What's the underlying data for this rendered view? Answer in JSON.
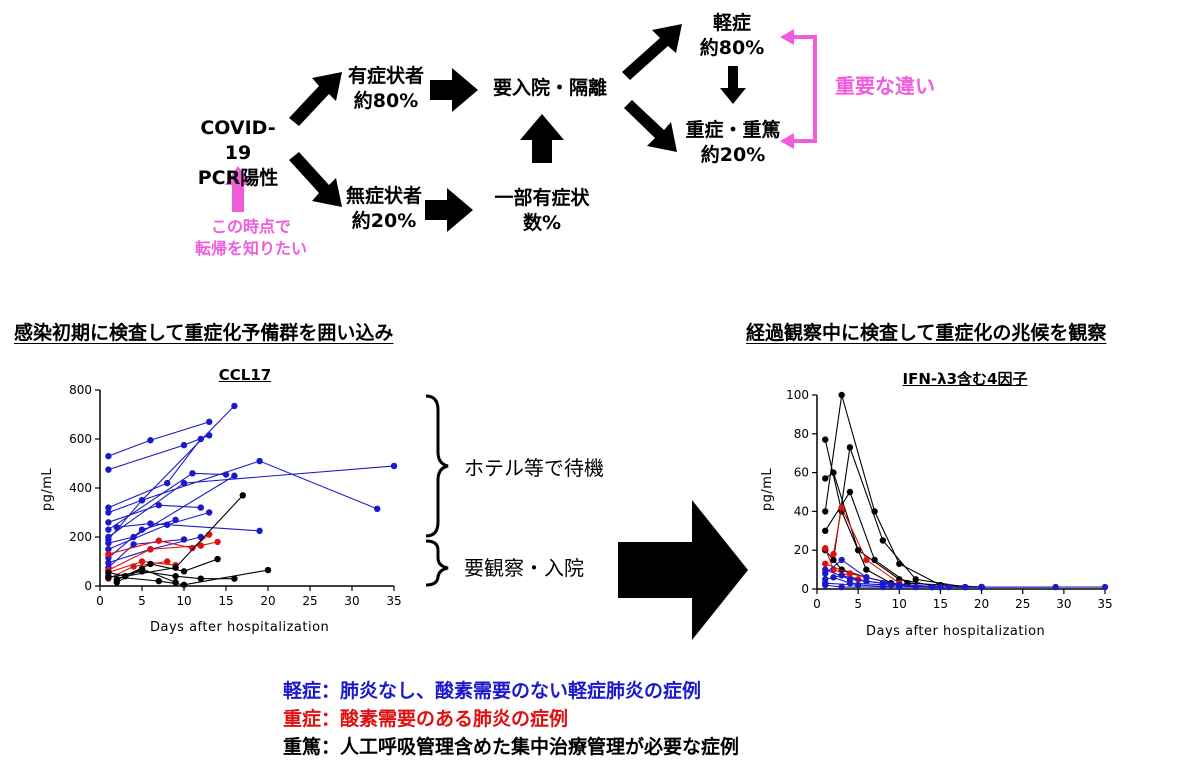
{
  "flow": {
    "pcr": [
      "COVID-19",
      "PCR陽性"
    ],
    "symptomatic": [
      "有症状者",
      "約80%"
    ],
    "asymptomatic": [
      "無症状者",
      "約20%"
    ],
    "hospital": "要入院・隔離",
    "some_sym": [
      "一部有症状",
      "数%"
    ],
    "mild": [
      "軽症",
      "約80%"
    ],
    "severe": [
      "重症・重篤",
      "約20%"
    ],
    "key_diff": "重要な違い",
    "know_now": [
      "この時点で",
      "転帰を知りたい"
    ]
  },
  "headings": {
    "left": "感染初期に検査して重症化予備群を囲い込み",
    "right": "経過観察中に検査して重症化の兆候を観察"
  },
  "brackets": {
    "hotel": "ホテル等で待機",
    "observe": "要観察・入院"
  },
  "legend": [
    {
      "label": "軽症：肺炎なし、酸素需要のない軽症肺炎の症例",
      "color": "#1a1acc"
    },
    {
      "label": "重症：酸素需要のある肺炎の症例",
      "color": "#e01010"
    },
    {
      "label": "重篤：人工呼吸管理含めた集中治療管理が必要な症例",
      "color": "#000000"
    }
  ],
  "chart_data": [
    {
      "type": "line",
      "title": "CCL17",
      "xlabel": "Days after hospitalization",
      "ylabel": "pg/mL",
      "xlim": [
        0,
        35
      ],
      "ylim": [
        0,
        800
      ],
      "xticks": [
        0,
        5,
        10,
        15,
        20,
        25,
        30,
        35
      ],
      "yticks": [
        0,
        200,
        400,
        600,
        800
      ],
      "series": [
        {
          "color": "#1a1acc",
          "points": [
            [
              1,
              530
            ],
            [
              6,
              595
            ],
            [
              13,
              670
            ]
          ]
        },
        {
          "color": "#1a1acc",
          "points": [
            [
              1,
              475
            ],
            [
              10,
              575
            ],
            [
              13,
              615
            ]
          ]
        },
        {
          "color": "#1a1acc",
          "points": [
            [
              1,
              320
            ],
            [
              8,
              420
            ],
            [
              12,
              600
            ]
          ]
        },
        {
          "color": "#1a1acc",
          "points": [
            [
              1,
              300
            ],
            [
              5,
              350
            ],
            [
              16,
              735
            ]
          ]
        },
        {
          "color": "#1a1acc",
          "points": [
            [
              1,
              260
            ],
            [
              7,
              330
            ],
            [
              12,
              320
            ]
          ]
        },
        {
          "color": "#1a1acc",
          "points": [
            [
              1,
              230
            ],
            [
              11,
              460
            ],
            [
              15,
              455
            ]
          ]
        },
        {
          "color": "#1a1acc",
          "points": [
            [
              1,
              200
            ],
            [
              10,
              420
            ],
            [
              35,
              490
            ]
          ]
        },
        {
          "color": "#1a1acc",
          "points": [
            [
              1,
              190
            ],
            [
              5,
              350
            ],
            [
              19,
              510
            ],
            [
              33,
              315
            ]
          ]
        },
        {
          "color": "#1a1acc",
          "points": [
            [
              1,
              175
            ],
            [
              4,
              200
            ],
            [
              16,
              450
            ]
          ]
        },
        {
          "color": "#1a1acc",
          "points": [
            [
              1,
              150
            ],
            [
              8,
              250
            ],
            [
              13,
              300
            ]
          ]
        },
        {
          "color": "#1a1acc",
          "points": [
            [
              2,
              240
            ],
            [
              6,
              255
            ],
            [
              19,
              225
            ]
          ]
        },
        {
          "color": "#1a1acc",
          "points": [
            [
              1,
              115
            ],
            [
              5,
              230
            ],
            [
              9,
              270
            ]
          ]
        },
        {
          "color": "#1a1acc",
          "points": [
            [
              1,
              95
            ],
            [
              6,
              150
            ],
            [
              12,
              200
            ]
          ]
        },
        {
          "color": "#1a1acc",
          "points": [
            [
              1,
              75
            ],
            [
              4,
              170
            ],
            [
              10,
              190
            ]
          ]
        },
        {
          "color": "#e01010",
          "points": [
            [
              1,
              130
            ],
            [
              7,
              185
            ],
            [
              11,
              155
            ],
            [
              13,
              210
            ]
          ]
        },
        {
          "color": "#e01010",
          "points": [
            [
              1,
              65
            ],
            [
              6,
              150
            ],
            [
              12,
              165
            ],
            [
              14,
              180
            ]
          ]
        },
        {
          "color": "#e01010",
          "points": [
            [
              1,
              55
            ],
            [
              5,
              100
            ],
            [
              9,
              85
            ]
          ]
        },
        {
          "color": "#e01010",
          "points": [
            [
              1,
              30
            ],
            [
              4,
              80
            ],
            [
              8,
              100
            ]
          ]
        },
        {
          "color": "#000000",
          "points": [
            [
              1,
              55
            ],
            [
              3,
              40
            ],
            [
              9,
              75
            ],
            [
              17,
              370
            ]
          ]
        },
        {
          "color": "#000000",
          "points": [
            [
              1,
              35
            ],
            [
              5,
              60
            ],
            [
              9,
              40
            ],
            [
              12,
              30
            ],
            [
              16,
              30
            ]
          ]
        },
        {
          "color": "#000000",
          "points": [
            [
              2,
              25
            ],
            [
              6,
              90
            ],
            [
              10,
              60
            ],
            [
              14,
              110
            ]
          ]
        },
        {
          "color": "#000000",
          "points": [
            [
              1,
              40
            ],
            [
              7,
              20
            ],
            [
              10,
              5
            ],
            [
              20,
              65
            ]
          ]
        },
        {
          "color": "#000000",
          "points": [
            [
              2,
              15
            ],
            [
              5,
              70
            ],
            [
              9,
              15
            ]
          ]
        }
      ]
    },
    {
      "type": "line",
      "title": "IFN-λ3含む4因子",
      "xlabel": "Days after hospitalization",
      "ylabel": "pg/mL",
      "xlim": [
        0,
        35
      ],
      "ylim": [
        0,
        100
      ],
      "xticks": [
        0,
        5,
        10,
        15,
        20,
        25,
        30,
        35
      ],
      "yticks": [
        0,
        20,
        40,
        60,
        80,
        100
      ],
      "series": [
        {
          "color": "#000000",
          "points": [
            [
              1,
              57
            ],
            [
              2,
              60
            ],
            [
              5,
              20
            ],
            [
              10,
              5
            ],
            [
              15,
              1
            ],
            [
              20,
              1
            ]
          ]
        },
        {
          "color": "#000000",
          "points": [
            [
              1,
              40
            ],
            [
              3,
              100
            ],
            [
              7,
              40
            ],
            [
              10,
              13
            ],
            [
              15,
              2
            ],
            [
              20,
              1
            ]
          ]
        },
        {
          "color": "#000000",
          "points": [
            [
              2,
              15
            ],
            [
              4,
              73
            ],
            [
              8,
              25
            ],
            [
              12,
              5
            ],
            [
              18,
              1
            ]
          ]
        },
        {
          "color": "#000000",
          "points": [
            [
              1,
              77
            ],
            [
              3,
              40
            ],
            [
              6,
              10
            ],
            [
              9,
              3
            ],
            [
              14,
              1
            ]
          ]
        },
        {
          "color": "#000000",
          "points": [
            [
              1,
              30
            ],
            [
              4,
              50
            ],
            [
              7,
              15
            ],
            [
              11,
              3
            ],
            [
              20,
              1
            ]
          ]
        },
        {
          "color": "#000000",
          "points": [
            [
              1,
              20
            ],
            [
              3,
              10
            ],
            [
              6,
              6
            ],
            [
              10,
              2
            ]
          ]
        },
        {
          "color": "#e01010",
          "points": [
            [
              1,
              21
            ],
            [
              2,
              10
            ],
            [
              5,
              5
            ]
          ]
        },
        {
          "color": "#e01010",
          "points": [
            [
              2,
              18
            ],
            [
              3,
              42
            ],
            [
              6,
              15
            ],
            [
              10,
              3
            ]
          ]
        },
        {
          "color": "#e01010",
          "points": [
            [
              1,
              13
            ],
            [
              4,
              8
            ],
            [
              10,
              2
            ]
          ]
        },
        {
          "color": "#1a1acc",
          "points": [
            [
              1,
              8
            ],
            [
              3,
              15
            ],
            [
              6,
              6
            ],
            [
              10,
              2
            ],
            [
              15,
              1
            ]
          ]
        },
        {
          "color": "#1a1acc",
          "points": [
            [
              1,
              10
            ],
            [
              4,
              5
            ],
            [
              8,
              3
            ],
            [
              15,
              1
            ],
            [
              35,
              1
            ]
          ]
        },
        {
          "color": "#1a1acc",
          "points": [
            [
              1,
              5
            ],
            [
              3,
              7
            ],
            [
              6,
              4
            ],
            [
              12,
              1
            ],
            [
              20,
              1
            ]
          ]
        },
        {
          "color": "#1a1acc",
          "points": [
            [
              1,
              3
            ],
            [
              5,
              2
            ],
            [
              10,
              1
            ],
            [
              18,
              1
            ]
          ]
        },
        {
          "color": "#1a1acc",
          "points": [
            [
              2,
              6
            ],
            [
              4,
              3
            ],
            [
              9,
              2
            ],
            [
              16,
              1
            ]
          ]
        },
        {
          "color": "#1a1acc",
          "points": [
            [
              1,
              2
            ],
            [
              3,
              1
            ],
            [
              8,
              1
            ],
            [
              14,
              1
            ],
            [
              29,
              1
            ]
          ]
        }
      ]
    }
  ]
}
